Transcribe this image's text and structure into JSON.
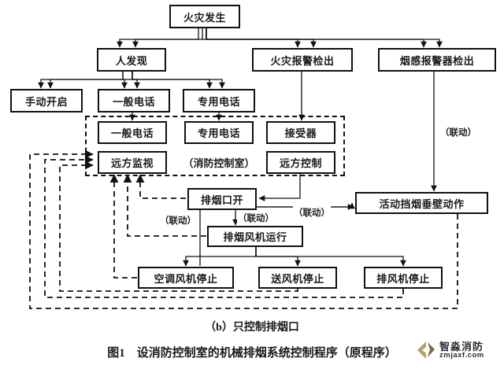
{
  "figure": {
    "subcaption": "（b）只控制排烟口",
    "caption": "图1　设消防控制室的机械排烟系统控制程序（原程序）"
  },
  "watermark": {
    "brand": "智淼消防",
    "site": "zmjaxf.com"
  },
  "nodes": {
    "fire_occurs": "火灾发生",
    "person_detects": "人发现",
    "fire_alarm_detected": "火灾报警检出",
    "smoke_detector_detected": "烟感报警器检出",
    "manual_open": "手动开启",
    "general_phone_outer": "一般电话",
    "dedicated_phone_outer": "专用电话",
    "general_phone_inner": "一般电话",
    "dedicated_phone_inner": "专用电话",
    "receiver": "接受器",
    "remote_monitor": "远方监视",
    "control_room_label": "（消防控制室）",
    "remote_control": "远方控制",
    "smoke_vent_open": "排烟口开",
    "movable_smoke_baffle": "活动挡烟垂壁动作",
    "smoke_exhaust_fan_run": "排烟风机运行",
    "ac_fan_stop": "空调风机停止",
    "supply_fan_stop": "送风机停止",
    "exhaust_fan_stop": "排风机停止"
  },
  "edge_labels": {
    "linkage_right": "（联动）",
    "linkage_vent_left": "（联动）",
    "linkage_vent_mid": "（联动）",
    "linkage_vent_baffle": "（联动）"
  },
  "colors": {
    "stroke": "#111111",
    "background": "#ffffff",
    "text": "#1a1a1a"
  }
}
